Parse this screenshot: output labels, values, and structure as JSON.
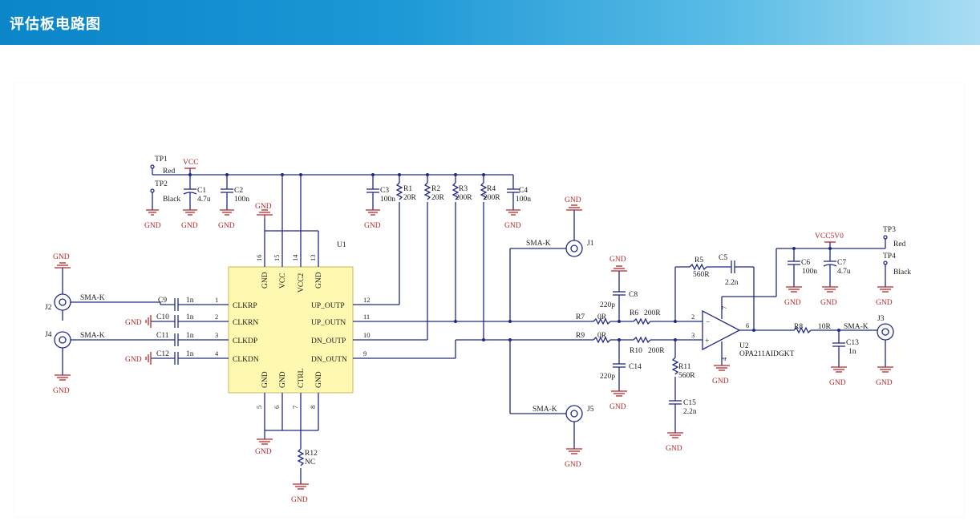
{
  "header": {
    "title": "评估板电路图"
  },
  "ic": {
    "ref": "U1",
    "left_pins": [
      {
        "num": "1",
        "name": "CLKRP"
      },
      {
        "num": "2",
        "name": "CLKRN"
      },
      {
        "num": "3",
        "name": "CLKDP"
      },
      {
        "num": "4",
        "name": "CLKDN"
      }
    ],
    "right_pins": [
      {
        "num": "12",
        "name": "UP_OUTP"
      },
      {
        "num": "11",
        "name": "UP_OUTN"
      },
      {
        "num": "10",
        "name": "DN_OUTP"
      },
      {
        "num": "9",
        "name": "DN_OUTN"
      }
    ],
    "top_pins": [
      {
        "num": "16",
        "name": "GND"
      },
      {
        "num": "15",
        "name": "VCC"
      },
      {
        "num": "14",
        "name": "VCC2"
      },
      {
        "num": "13",
        "name": "GND"
      }
    ],
    "bottom_pins": [
      {
        "num": "5",
        "name": "GND"
      },
      {
        "num": "6",
        "name": "GND"
      },
      {
        "num": "7",
        "name": "CTRL"
      },
      {
        "num": "8",
        "name": "GND"
      }
    ]
  },
  "opamp": {
    "ref": "U2",
    "part": "OPA211AIDGKT",
    "pin_inv": "2",
    "pin_noninv": "3",
    "pin_out": "6",
    "pin_top": "7",
    "pin_bot": "4"
  },
  "labels": {
    "tp1": "TP1",
    "red": "Red",
    "tp2": "TP2",
    "black": "Black",
    "vcc": "VCC",
    "c1": "C1",
    "c1v": "4.7u",
    "c2": "C2",
    "c2v": "100n",
    "c3": "C3",
    "c3v": "100n",
    "r1": "R1",
    "r1v": "20R",
    "r2": "R2",
    "r2v": "20R",
    "r3": "R3",
    "r3v": "200R",
    "r4": "R4",
    "r4v": "200R",
    "c4": "C4",
    "c4v": "100n",
    "gnd": "GND",
    "sma": "SMA-K",
    "nc": "NC",
    "j1": "J1",
    "j2": "J2",
    "j3": "J3",
    "j4": "J4",
    "j5": "J5",
    "c9": "C9",
    "c10": "C10",
    "c11": "C11",
    "c12": "C12",
    "cap1n": "1n",
    "r12": "R12",
    "c8": "C8",
    "c8v": "220p",
    "c14": "C14",
    "c14v": "220p",
    "r7": "R7",
    "r7v": "0R",
    "r9": "R9",
    "r9v": "0R",
    "r6": "R6",
    "r6v": "200R",
    "r10": "R10",
    "r10v": "200R",
    "r5": "R5",
    "r5v": "560R",
    "c5": "C5",
    "c5v": "2.2n",
    "r11": "R11",
    "r11v": "560R",
    "c15": "C15",
    "c15v": "2.2n",
    "vcc5": "VCC5V0",
    "tp3": "TP3",
    "red2": "Red",
    "tp4": "TP4",
    "black2": "Black",
    "c6": "C6",
    "c6v": "100n",
    "c7": "C7",
    "c7v": "4.7u",
    "r8": "R8",
    "r8v": "10R",
    "c13": "C13",
    "c13v": "1n"
  },
  "colors": {
    "wire": "#1f2a86",
    "power": "#b0282a",
    "ic_fill": "#fff8b0",
    "header": "#0a86c9"
  }
}
